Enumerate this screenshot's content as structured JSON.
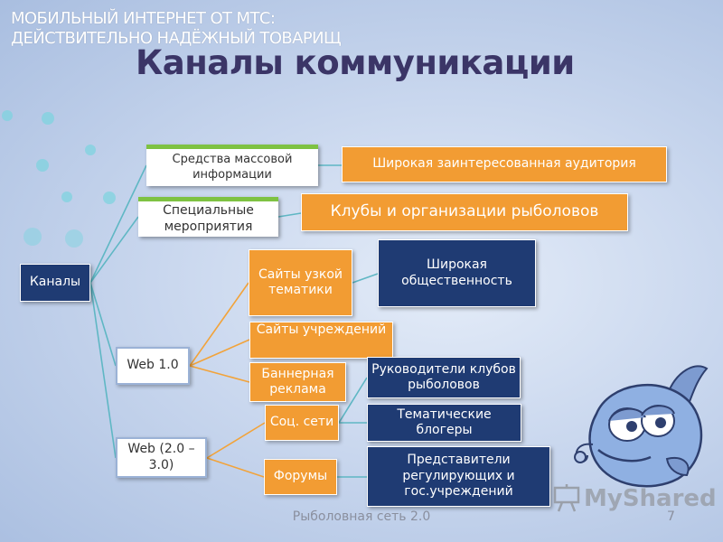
{
  "header": {
    "tagline_line1": "МОБИЛЬНЫЙ ИНТЕРНЕТ ОТ МТС:",
    "tagline_line2": "ДЕЙСТВИТЕЛЬНО НАДЁЖНЫЙ ТОВАРИЩ",
    "title": "Каналы коммуникации"
  },
  "diagram": {
    "root": "Каналы",
    "mass_media": "Средства массовой информации",
    "wide_audience": "Широкая заинтересованная аудитория",
    "special_events": "Специальные мероприятия",
    "fishing_clubs": "Клубы и организации рыболовов",
    "web10": "Web 1.0",
    "niche_sites": "Сайты узкой тематики",
    "wide_public": "Широкая общественность",
    "institution_sites": "Сайты учреждений",
    "banner_ads": "Баннерная реклама",
    "web20": "Web (2.0 – 3.0)",
    "social_networks": "Соц. сети",
    "club_leaders": "Руководители клубов рыболовов",
    "thematic_bloggers": "Тематические блогеры",
    "forums": "Форумы",
    "regulators": "Представители регулирующих и гос.учреждений"
  },
  "footer": {
    "text": "Рыболовная сеть 2.0",
    "page": "7"
  },
  "logo": {
    "text": "MyShared"
  },
  "colors": {
    "navy": "#1f3b73",
    "green_accent": "#7ec242",
    "orange": "#f29c33",
    "title": "#3b3567",
    "connector_teal": "#5fb7c4",
    "connector_orange": "#f2a33a"
  }
}
